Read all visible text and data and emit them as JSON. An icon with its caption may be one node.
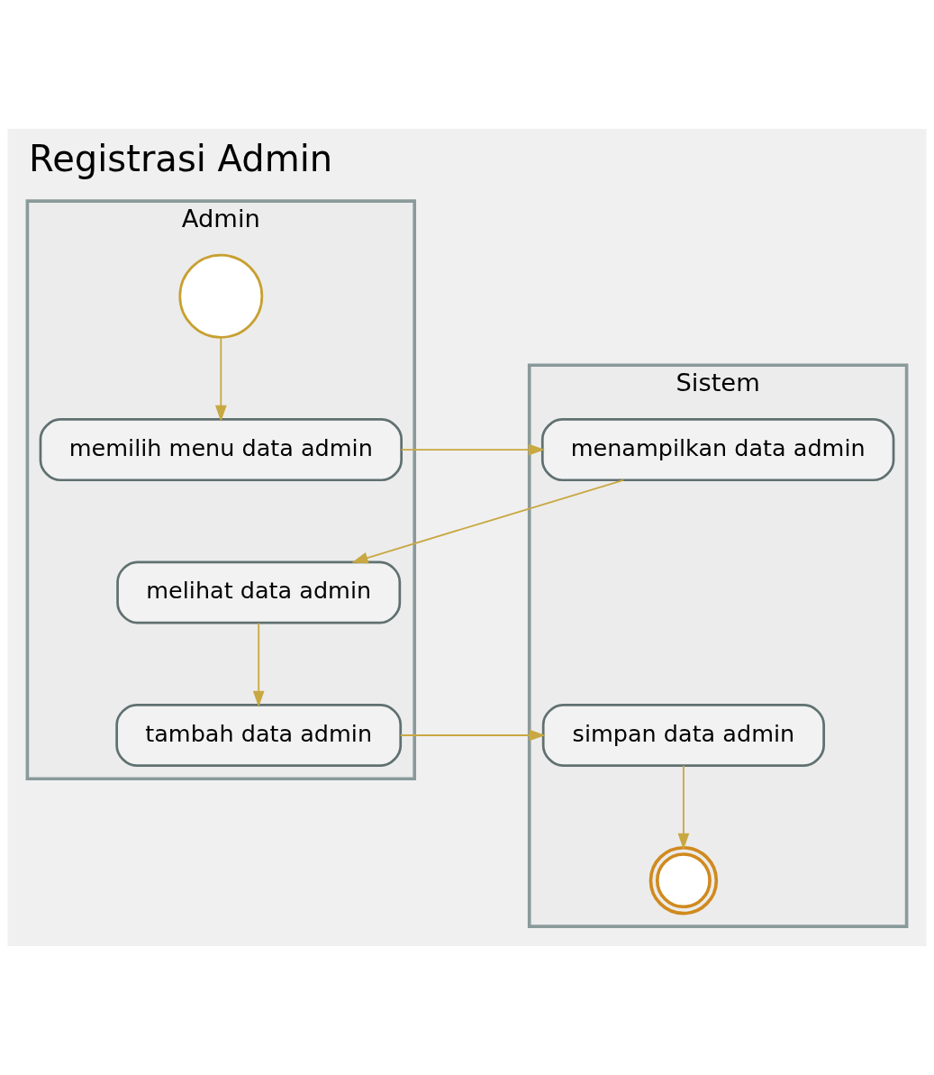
{
  "diagram": {
    "title": "Registrasi Admin",
    "nodes": [
      {
        "text": [
          "Admin"
        ]
      },
      {
        "text": [
          "Sistem"
        ]
      },
      {
        "text": [],
        "shape": "circle",
        "in": 0
      },
      {
        "text": [
          "memilih menu data admin"
        ],
        "in": 0
      },
      {
        "text": [
          "menampilkan data admin"
        ],
        "in": 1
      },
      {
        "text": [
          "melihat data admin"
        ],
        "in": 0
      },
      {
        "text": [
          "tambah data admin"
        ],
        "in": 0
      },
      {
        "text": [
          "simpan data admin"
        ],
        "in": 1
      },
      {
        "text": [],
        "shape": "circle",
        "in": 1
      }
    ],
    "edges": [
      {
        "from": 2,
        "to": 3,
        "arrow": "to"
      },
      {
        "from": 3,
        "to": 4,
        "arrow": "to"
      },
      {
        "from": 4,
        "to": 5,
        "arrow": "to"
      },
      {
        "from": 5,
        "to": 6,
        "arrow": "to"
      },
      {
        "from": 6,
        "to": 7,
        "arrow": "to"
      },
      {
        "from": 7,
        "to": 8,
        "arrow": "to"
      }
    ]
  }
}
